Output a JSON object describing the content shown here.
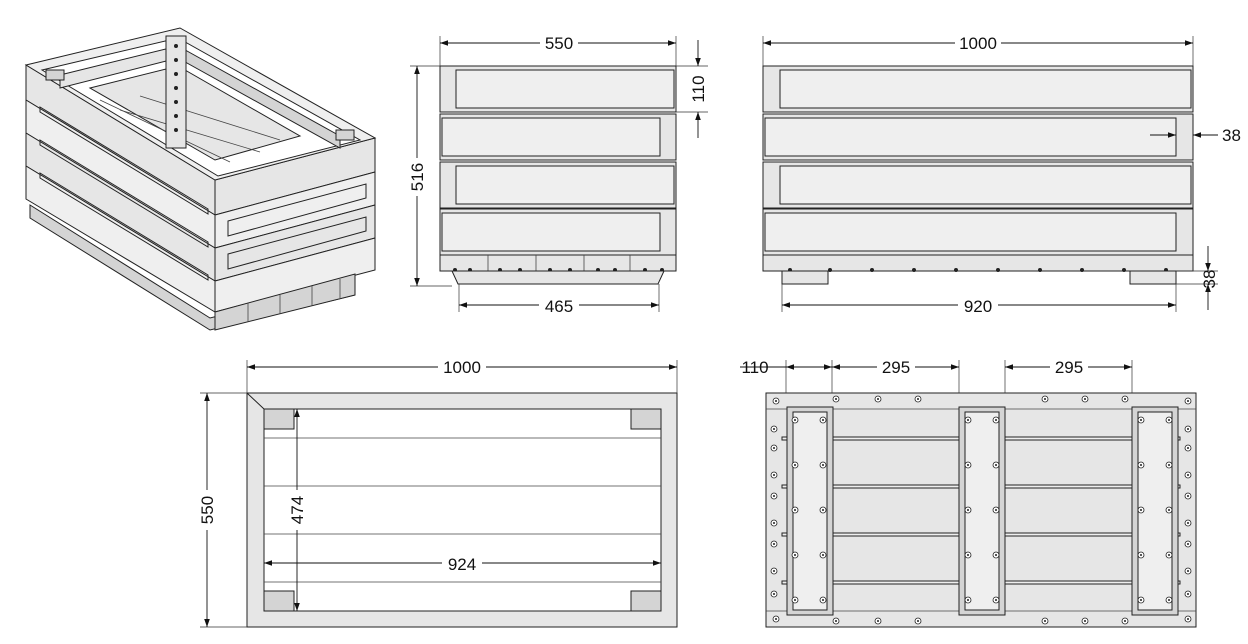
{
  "dimensions": {
    "front_width": "550",
    "board_height": "110",
    "total_height": "516",
    "feet_span_short": "465",
    "side_length": "1000",
    "foot_inset": "38",
    "foot_height": "38",
    "feet_span_long": "920",
    "top_length": "1000",
    "top_width": "550",
    "inner_width": "474",
    "inner_length": "924",
    "bottom_edge": "110",
    "bottom_gap_1": "295",
    "bottom_gap_2": "295"
  }
}
